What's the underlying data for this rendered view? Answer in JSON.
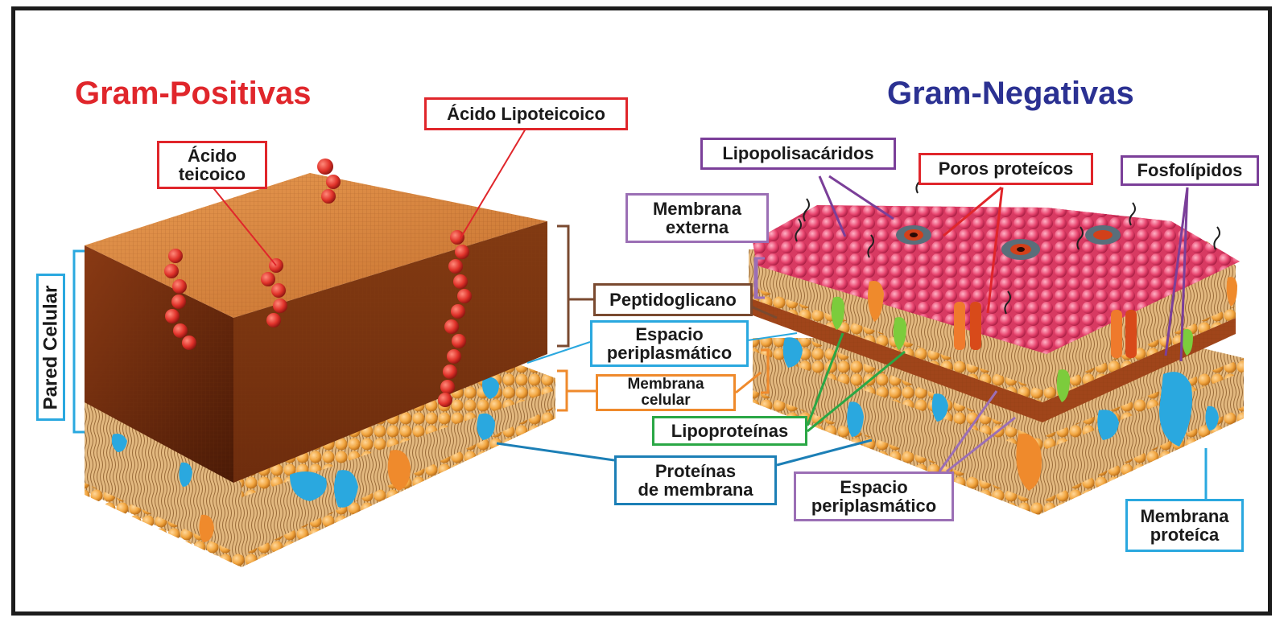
{
  "headings": {
    "gram_positive": "Gram-Positivas",
    "gram_negative": "Gram-Negativas"
  },
  "labels": {
    "acido_teicoico": [
      "Ácido",
      "teicoico"
    ],
    "acido_lipoteicoico": "Ácido Lipoteicoico",
    "pared_celular": "Pared Celular",
    "peptidoglicano": "Peptidoglicano",
    "espacio_periplasmatico_top": [
      "Espacio",
      "periplasmático"
    ],
    "membrana_celular": [
      "Membrana",
      "celular"
    ],
    "lipoproteinas": "Lipoproteínas",
    "proteinas_de_membrana": [
      "Proteínas",
      "de membrana"
    ],
    "lipopolisacaridos": "Lipopolisacáridos",
    "poros_proteicos": "Poros proteícos",
    "fosfolipidos": "Fosfolípidos",
    "membrana_externa": [
      "Membrana",
      "externa"
    ],
    "espacio_periplasmatico_bottom": [
      "Espacio",
      "periplasmático"
    ],
    "membrana_proteica": [
      "Membrana",
      "proteíca"
    ]
  },
  "colors": {
    "gram_positive": "#e0262b",
    "gram_negative": "#2b3192",
    "peptidoglycan": "#a8541f",
    "lipid_head": "#f2a640",
    "lps_head": "#e8456f",
    "membrane_protein": "#2aa8df",
    "lipoprotein": "#7ccc3c"
  }
}
